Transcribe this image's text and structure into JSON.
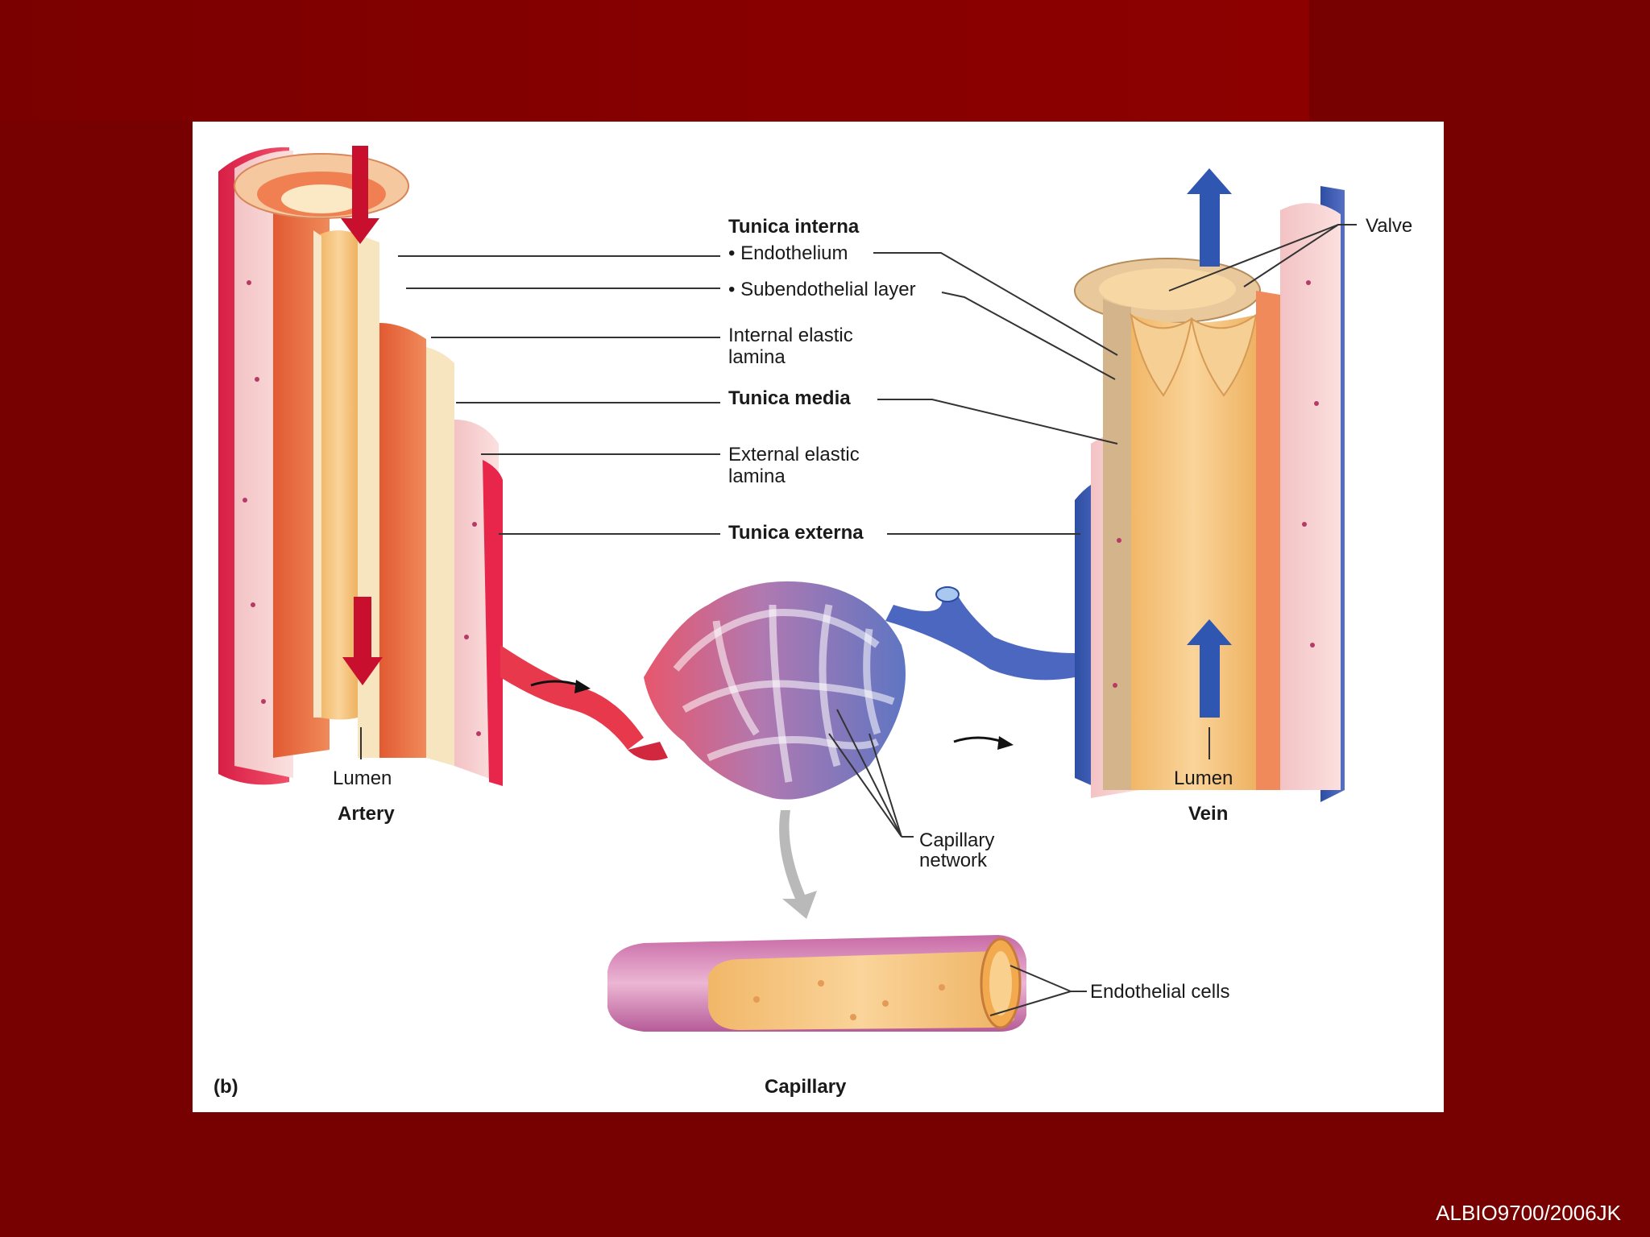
{
  "slide": {
    "footer_credit": "ALBIO9700/2006JK",
    "colors": {
      "background": "#770000",
      "artery": "#e8254a",
      "vein": "#3553a8",
      "media": "#e4683a",
      "lumen": "#f6c27a"
    }
  },
  "figure": {
    "panel_label": "(b)",
    "labels": {
      "tunica_interna": "Tunica interna",
      "endothelium": "• Endothelium",
      "subendothelial": "• Subendothelial layer",
      "internal_elastic_1": "Internal elastic",
      "internal_elastic_2": "lamina",
      "tunica_media": "Tunica media",
      "external_elastic_1": "External elastic",
      "external_elastic_2": "lamina",
      "tunica_externa": "Tunica externa",
      "valve": "Valve",
      "lumen_artery": "Lumen",
      "artery": "Artery",
      "lumen_vein": "Lumen",
      "vein": "Vein",
      "capillary_network_1": "Capillary",
      "capillary_network_2": "network",
      "endothelial_cells": "Endothelial cells",
      "capillary": "Capillary"
    }
  }
}
